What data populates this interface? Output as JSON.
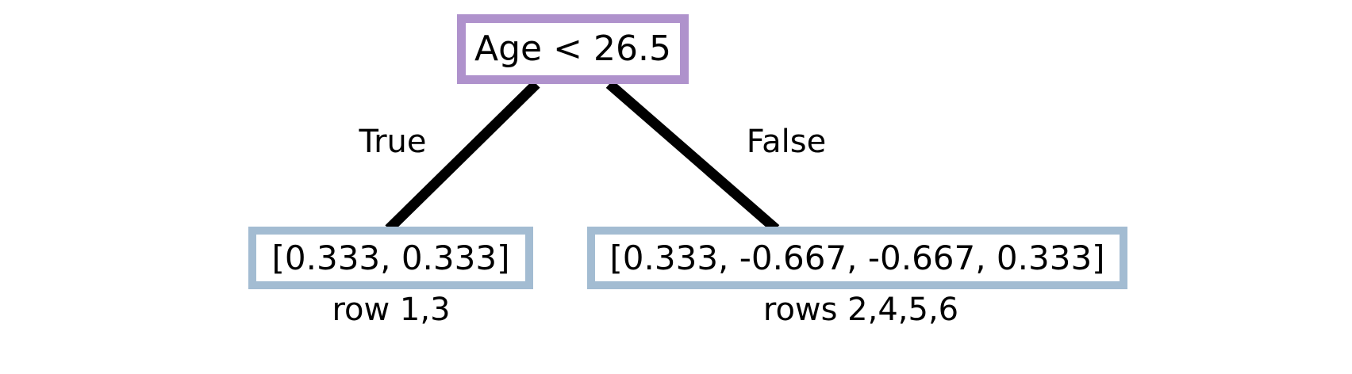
{
  "diagram": {
    "type": "decision-tree",
    "title": "",
    "colors": {
      "root_border": "#af92cc",
      "leaf_border": "#a3bcd2",
      "edge": "#000000",
      "text": "#000000",
      "background": "#ffffff"
    },
    "root": {
      "label": "Age < 26.5"
    },
    "branches": [
      {
        "label": "True",
        "target": "leaf-left"
      },
      {
        "label": "False",
        "target": "leaf-right"
      }
    ],
    "leaves": [
      {
        "id": "leaf-left",
        "label": "[0.333, 0.333]",
        "values": [
          0.333,
          0.333
        ],
        "caption": "row 1,3"
      },
      {
        "id": "leaf-right",
        "label": "[0.333, -0.667, -0.667, 0.333]",
        "values": [
          0.333,
          -0.667,
          -0.667,
          0.333
        ],
        "caption": "rows 2,4,5,6"
      }
    ]
  }
}
